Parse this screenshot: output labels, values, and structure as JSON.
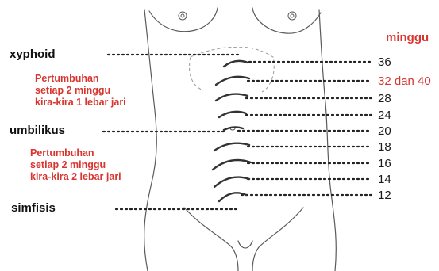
{
  "header": "minggu",
  "landmarks": {
    "xyphoid": "xyphoid",
    "umbilikus": "umbilikus",
    "simfisis": "simfisis"
  },
  "notes": {
    "upper": [
      "Pertumbuhan",
      "setiap 2 minggu",
      "kira-kira 1 lebar jari"
    ],
    "lower": [
      "Pertumbuhan",
      "setiap 2 minggu",
      "kira-kira 2 lebar jari"
    ]
  },
  "weeks": [
    "36",
    "32 dan 40",
    "28",
    "24",
    "20",
    "18",
    "16",
    "14",
    "12"
  ],
  "highlight_week": "32 dan 40",
  "colors": {
    "note_red": "#d8352f",
    "line": "#222222",
    "outline": "#555555"
  }
}
